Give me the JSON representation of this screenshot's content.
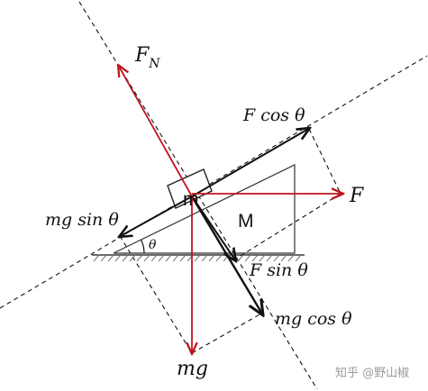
{
  "diagram": {
    "colors": {
      "line": "#111111",
      "force_red": "#c0161e",
      "ground_hatch": "#777777",
      "watermark": "#9a9a9a"
    },
    "labels": {
      "normal_force": "F",
      "normal_force_sub": "N",
      "applied_force": "F",
      "f_cos": "F cos θ",
      "f_sin": "F sin θ",
      "mg_sin": "mg sin θ",
      "mg_cos": "mg cos θ",
      "weight": "mg",
      "block": "m",
      "wedge": "M",
      "angle": "θ"
    },
    "watermark": "知乎 @野山椒"
  }
}
